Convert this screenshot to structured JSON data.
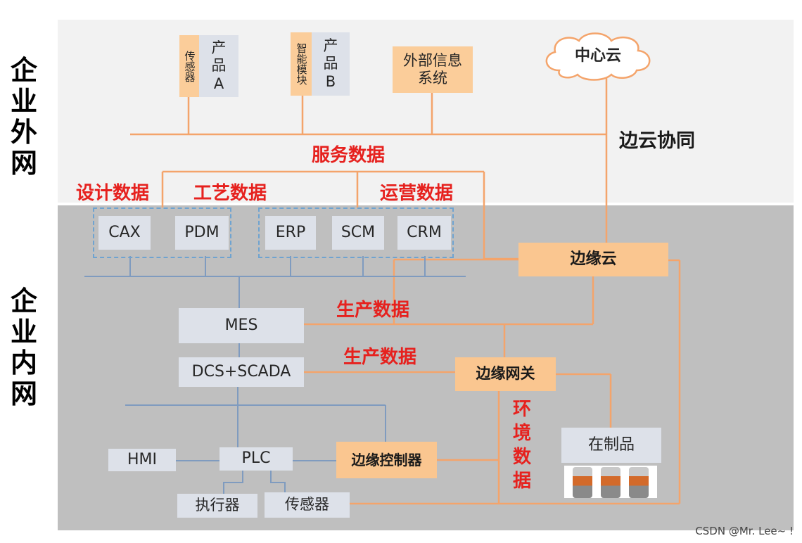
{
  "side_labels": {
    "external": [
      "企",
      "业",
      "外",
      "网"
    ],
    "internal": [
      "企",
      "业",
      "内",
      "网"
    ]
  },
  "external": {
    "sensor_tag": "传感器",
    "product_a": [
      "产",
      "品",
      "A"
    ],
    "smart_module_tag": "智能模块",
    "product_b": [
      "产",
      "品",
      "B"
    ],
    "external_info_system": [
      "外部信息",
      "系统"
    ],
    "center_cloud": "中心云",
    "edge_cloud_collab": "边云协同"
  },
  "data_labels": {
    "service_data": "服务数据",
    "design_data": "设计数据",
    "process_data": "工艺数据",
    "operation_data": "运营数据",
    "production_data_1": "生产数据",
    "production_data_2": "生产数据",
    "environment_data": [
      "环",
      "境",
      "数",
      "据"
    ]
  },
  "internal": {
    "cax": "CAX",
    "pdm": "PDM",
    "erp": "ERP",
    "scm": "SCM",
    "crm": "CRM",
    "edge_cloud": "边缘云",
    "mes": "MES",
    "dcs_scada": "DCS+SCADA",
    "edge_gateway": "边缘网关",
    "hmi": "HMI",
    "plc": "PLC",
    "edge_controller": "边缘控制器",
    "wip": "在制品",
    "actuator": "执行器",
    "sensor": "传感器"
  },
  "colors": {
    "orange_line": "#f4a46b",
    "blue_line": "#7f9bbf",
    "red_text": "#e6211e",
    "orange_box": "#fac690",
    "gray_box": "#dde1e9"
  },
  "watermark": "CSDN @Mr. Lee~ !"
}
